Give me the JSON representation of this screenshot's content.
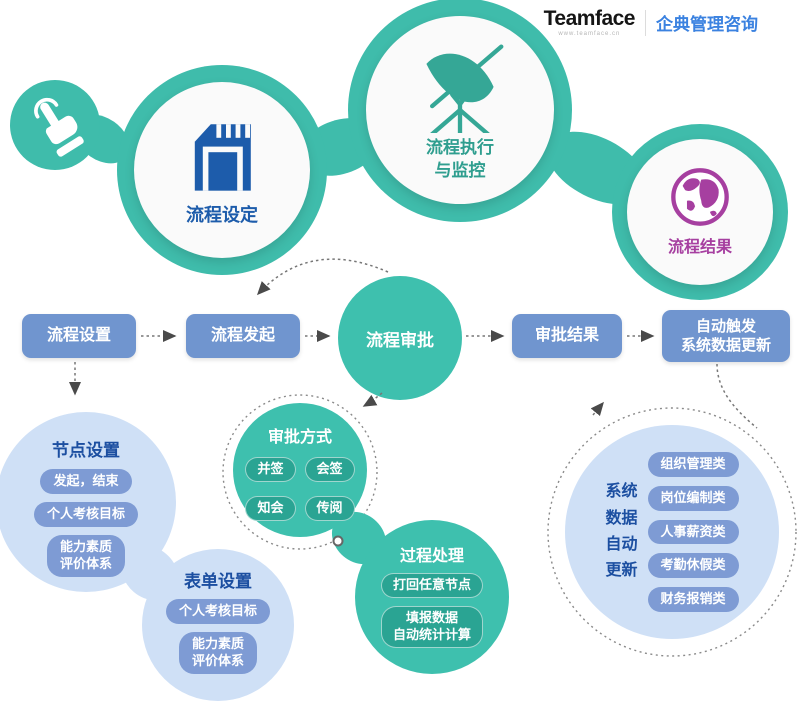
{
  "brand": {
    "name": "Teamface",
    "url": "www.teamface.cn",
    "tagline": "企典管理咨询"
  },
  "stages": [
    {
      "label": "流程设定",
      "icon": "memory-card-icon"
    },
    {
      "label": "流程执行\n与监控",
      "icon": "satellite-dish-icon"
    },
    {
      "label": "流程结果",
      "icon": "globe-icon"
    }
  ],
  "flow": [
    {
      "label": "流程设置"
    },
    {
      "label": "流程发起"
    },
    {
      "label": "流程审批"
    },
    {
      "label": "审批结果"
    },
    {
      "label": "自动触发\n系统数据更新"
    }
  ],
  "bubbles": {
    "node_setting": {
      "title": "节点设置",
      "items": [
        "发起，结束",
        "个人考核目标",
        "能力素质\n评价体系"
      ]
    },
    "form_setting": {
      "title": "表单设置",
      "items": [
        "个人考核目标",
        "能力素质\n评价体系"
      ]
    },
    "approval_mode": {
      "title": "审批方式",
      "items": [
        "并签",
        "会签",
        "知会",
        "传阅"
      ]
    },
    "process_handling": {
      "title": "过程处理",
      "items": [
        "打回任意节点",
        "填报数据\n自动统计计算"
      ]
    },
    "system_update": {
      "title": "系统\n数据\n自动\n更新",
      "items": [
        "组织管理类",
        "岗位编制类",
        "人事薪资类",
        "考勤休假类",
        "财务报销类"
      ]
    }
  },
  "colors": {
    "teal": "#3fbcab",
    "teal_dark": "#2aa493",
    "blue_box": "#7095cf",
    "light_blue": "#cfe0f6",
    "pill_blue": "#7e9bd4",
    "title_blue": "#1c4fa1",
    "icon_blue": "#1d5cab",
    "purple": "#a63fa0",
    "logo_blue": "#3b82e0"
  }
}
